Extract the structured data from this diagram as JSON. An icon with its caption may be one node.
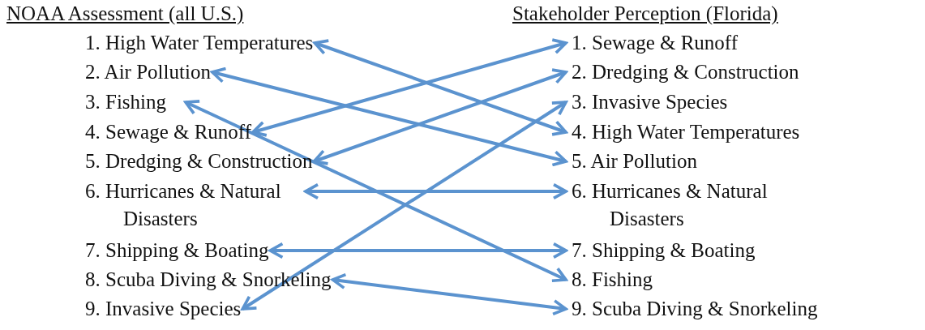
{
  "diagram": {
    "nodes": [
      {
        "text": [
          "1. High Water Temperatures"
        ]
      },
      {
        "text": [
          "2. Air Pollution"
        ]
      },
      {
        "text": [
          "3. Fishing"
        ]
      },
      {
        "text": [
          "4. Sewage & Runoff"
        ]
      },
      {
        "text": [
          "5. Dredging & Construction"
        ]
      },
      {
        "text": [
          "6. Hurricanes & Natural Disasters"
        ]
      },
      {
        "text": [
          "7. Shipping & Boating"
        ]
      },
      {
        "text": [
          "8. Scuba Diving & Snorkeling"
        ]
      },
      {
        "text": [
          "9. Invasive Species"
        ]
      },
      {
        "text": [
          "1. Sewage & Runoff"
        ]
      },
      {
        "text": [
          "2. Dredging & Construction"
        ]
      },
      {
        "text": [
          "3. Invasive Species"
        ]
      },
      {
        "text": [
          "4. High Water Temperatures"
        ]
      },
      {
        "text": [
          "5. Air Pollution"
        ]
      },
      {
        "text": [
          "6. Hurricanes & Natural Disasters"
        ]
      },
      {
        "text": [
          "7. Shipping & Boating"
        ]
      },
      {
        "text": [
          "8. Fishing"
        ]
      },
      {
        "text": [
          "9. Scuba Diving & Snorkeling"
        ]
      }
    ],
    "edges": [
      {
        "from": 0,
        "to": 12,
        "arrow": "both"
      },
      {
        "from": 1,
        "to": 13,
        "arrow": "both"
      },
      {
        "from": 2,
        "to": 16,
        "arrow": "both"
      },
      {
        "from": 3,
        "to": 9,
        "arrow": "both"
      },
      {
        "from": 4,
        "to": 10,
        "arrow": "both"
      },
      {
        "from": 5,
        "to": 14,
        "arrow": "both"
      },
      {
        "from": 6,
        "to": 15,
        "arrow": "both"
      },
      {
        "from": 7,
        "to": 17,
        "arrow": "both"
      },
      {
        "from": 8,
        "to": 11,
        "arrow": "both"
      }
    ],
    "labels": [
      "NOAA Assessment (all U.S.)",
      "Stakeholder Perception (Florida)"
    ]
  }
}
